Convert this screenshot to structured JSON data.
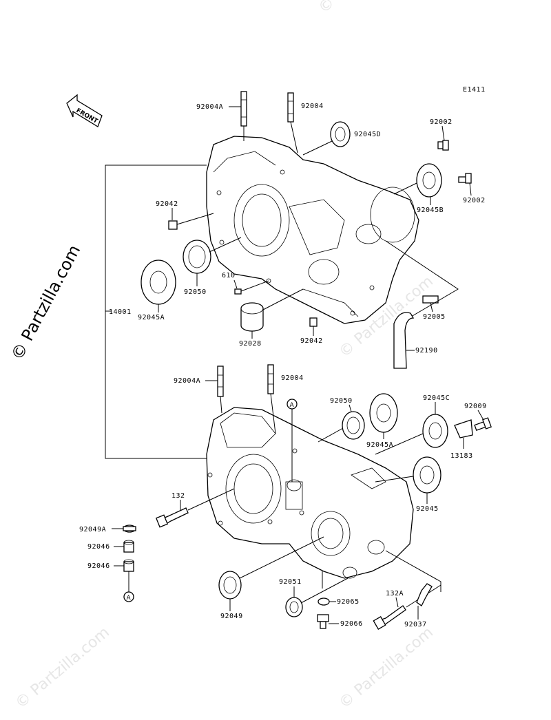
{
  "diagram_code": "E1411",
  "front_label": "FRONT",
  "watermark_vertical": "© Partzilla.com",
  "watermark_faint": "© Partzilla.com",
  "ref_marker": "A",
  "labels": {
    "top_92004A": "92004A",
    "top_92004": "92004",
    "top_92045D": "92045D",
    "top_92002a": "92002",
    "top_92002b": "92002",
    "top_92045B": "92045B",
    "top_92042a": "92042",
    "top_92050": "92050",
    "top_610": "610",
    "top_92045A": "92045A",
    "top_14001": "14001",
    "top_92028": "92028",
    "top_92042b": "92042",
    "top_92005": "92005",
    "top_92190": "92190",
    "bot_92004A": "92004A",
    "bot_92004": "92004",
    "bot_92050": "92050",
    "bot_92045A": "92045A",
    "bot_92045C": "92045C",
    "bot_92009": "92009",
    "bot_13183": "13183",
    "bot_132": "132",
    "bot_92045": "92045",
    "bot_92049A": "92049A",
    "bot_92046a": "92046",
    "bot_92046b": "92046",
    "bot_92051": "92051",
    "bot_92065": "92065",
    "bot_132A": "132A",
    "bot_92066": "92066",
    "bot_92049": "92049",
    "bot_92037": "92037"
  }
}
